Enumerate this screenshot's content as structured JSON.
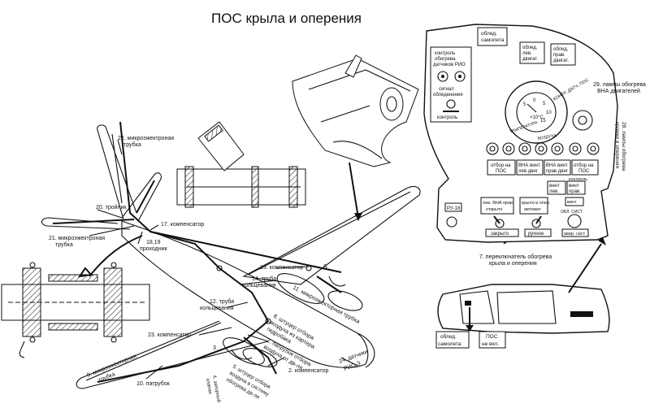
{
  "title": "ПОС крыла и оперения",
  "labels": {
    "l22a": "22. микроэжектроная",
    "l22b": "трубка",
    "l20": "20. тройник",
    "l21a": "21. микроэжектроная",
    "l21b": "трубка",
    "l17": "17. компенсатор",
    "l1819a": "18,19",
    "l1819b": "проходник",
    "l13": "13. компенсатор",
    "l6": "6",
    "l14a": "14. труба",
    "l14b": "кольцевания",
    "l12a": "12. труба",
    "l12b": "кольцевания",
    "l11": "11. микроэжекторная трубка",
    "l8a": "8. штуцер отбора",
    "l8b": "воздуха из картера",
    "l8c": "гидробака",
    "l23": "23. компенсатор",
    "l1a": "1. патрубок отбора",
    "l1b": "воздуха от дв-ля",
    "l9a": "9. микроэжекторная",
    "l9b": "трубка",
    "l3": "3",
    "l2": "2. компенсатор",
    "l5a": "5. штуцер отбора",
    "l5b": "воздуха в систему",
    "l5c": "обогрева дв-ля",
    "l4a": "4. запорный",
    "l4b": "клапан",
    "l10": "10. патрубок",
    "l24a": "24. датчики",
    "l24b": "РИО-3",
    "l29a": "29. лампы обогрева",
    "l29b": "ВНА двигателей",
    "l28a": "28. лампы обогрева",
    "l28b": "кромки и оперения",
    "l7a": "7. переключатель обогрева",
    "l7b": "крыла и оперения"
  },
  "panel": {
    "obled_samoleta": [
      "облед.",
      "самолета"
    ],
    "obled_lev": [
      "облед.",
      "лев.",
      "двигат."
    ],
    "obled_prav": [
      "облед.",
      "прав.",
      "двигат."
    ],
    "kontrol_obogreva": [
      "контроль",
      "обогрева",
      "датчиков РИО"
    ],
    "signal": [
      "сигнал",
      "обледенения"
    ],
    "kontrol": "контроль",
    "gauge_scale": [
      "0",
      "5",
      "10",
      "15",
      "5",
      "°C"
    ],
    "gauge_temp": "×10°C",
    "gauge_arc_left": "ТЕМПЕРАТУРА",
    "gauge_arc_right": "ВОЗДУХА",
    "gauge_arc_top": "КОНТР. ДАТЧ. ПОС",
    "btn_otbor_pos": [
      "отбор на",
      "ПОС"
    ],
    "btn_vna_lev": [
      "ВНА винт",
      "лев двиг"
    ],
    "btn_vna_prav": [
      "ВНА винт",
      "прав двиг"
    ],
    "btn_otbor_pos2": [
      "отбор на",
      "ПОС"
    ],
    "kontrol2": "контроль",
    "vint_lev": [
      "винт",
      "лев."
    ],
    "vint_prav": [
      "винт",
      "прав."
    ],
    "ru18": "РУ-18",
    "sw_lev_vna": [
      "лев. ВНА прав.",
      "открыто"
    ],
    "sw_krylo": [
      "крыло и опер",
      "автомат"
    ],
    "sw_vint": [
      "винт",
      "ОБЛ. СИСТ"
    ],
    "zakryto": "закрыто",
    "ruchnoe": "ручное",
    "avar_sist": "авар. сист",
    "bottom_obled": [
      "облед.",
      "самолета"
    ],
    "bottom_pos": [
      "ПОС",
      "не вкл."
    ]
  }
}
